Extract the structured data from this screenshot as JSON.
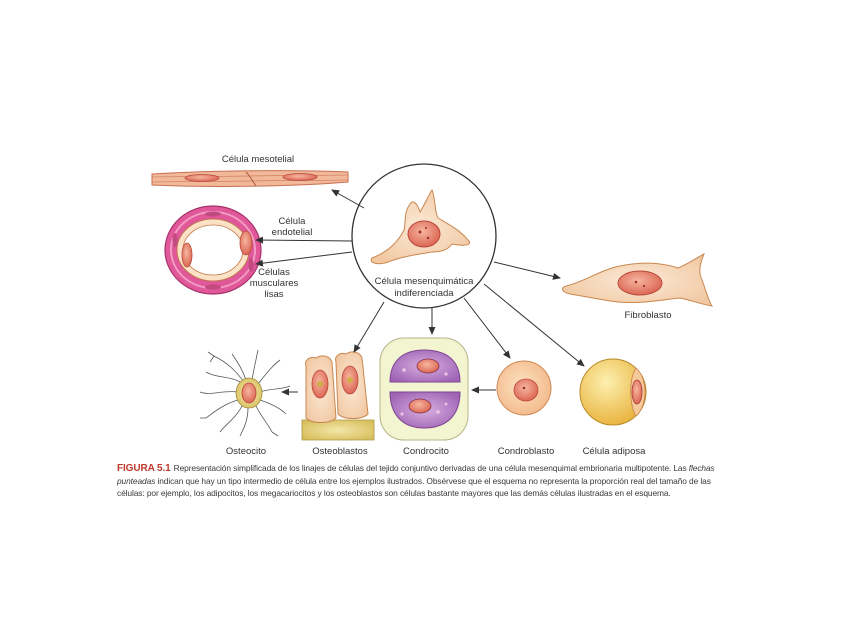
{
  "labels": {
    "mesothelial": "Célula mesotelial",
    "endothelial_1": "Célula",
    "endothelial_2": "endotelial",
    "smooth_1": "Células",
    "smooth_2": "musculares",
    "smooth_3": "lisas",
    "mesenchymal_1": "Célula mesenquimática",
    "mesenchymal_2": "indiferenciada",
    "fibroblast": "Fibroblasto",
    "osteocyte": "Osteocito",
    "osteoblasts": "Osteoblastos",
    "chondrocyte": "Condrocito",
    "chondroblast": "Condroblasto",
    "adipocyte": "Célula adiposa"
  },
  "caption": {
    "figure_number": "FIGURA 5.1",
    "text_before_italic": "Representación simplificada de los linajes de células del tejido conjuntivo derivadas de una célula mesenquimal embrionaria multipotente. Las ",
    "italic": "flechas punteadas",
    "text_after_italic": " indican que hay un tipo intermedio de célula entre los ejemplos ilustrados. Obsérvese que el esquema no representa la proporción real del tamaño de las células: por ejemplo, los adipocitos, los megacariocitos y los osteoblastos son células bastante mayores que las demás células ilustradas en el esquema."
  },
  "colors": {
    "cytoplasm": "#f6dcc0",
    "nucleus": "#e8836e",
    "nucleus_outline": "#c0504d",
    "endothelial_ring": "#d64f8f",
    "cartilage": "#9a5fb0",
    "fat": "#f2c95a",
    "bone_matrix": "#eee1a8",
    "caption_accent": "#c0392b"
  }
}
